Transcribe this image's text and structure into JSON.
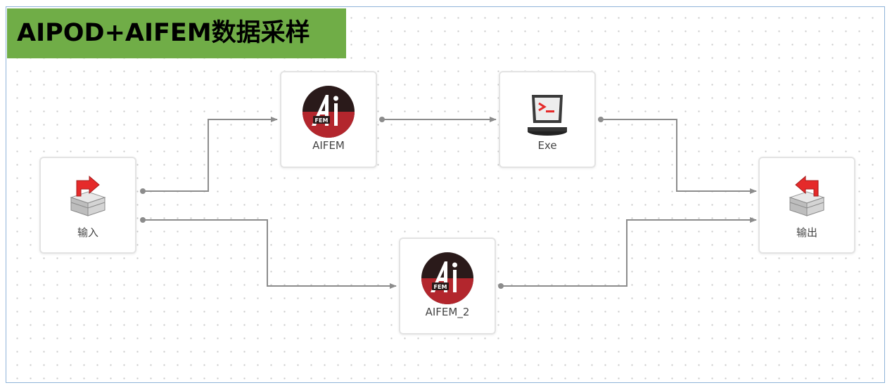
{
  "title": "AIPOD+AIFEM数据采样",
  "nodes": {
    "input": {
      "label": "输入",
      "icon": "inbox-in-icon"
    },
    "aifem": {
      "label": "AIFEM",
      "icon": "aifem-logo-icon"
    },
    "exe": {
      "label": "Exe",
      "icon": "terminal-monitor-icon"
    },
    "aifem2": {
      "label": "AIFEM_2",
      "icon": "aifem-logo-icon"
    },
    "output": {
      "label": "输出",
      "icon": "inbox-out-icon"
    }
  },
  "edges": [
    {
      "from": "input",
      "to": "aifem"
    },
    {
      "from": "aifem",
      "to": "exe"
    },
    {
      "from": "exe",
      "to": "output"
    },
    {
      "from": "input",
      "to": "aifem2"
    },
    {
      "from": "aifem2",
      "to": "output"
    }
  ],
  "colors": {
    "banner": "#70ad47",
    "frame_border": "#8fb4d9",
    "edge": "#8c8c8c",
    "aifem_logo": "#b3262d",
    "arrow_red": "#e52a2a"
  }
}
